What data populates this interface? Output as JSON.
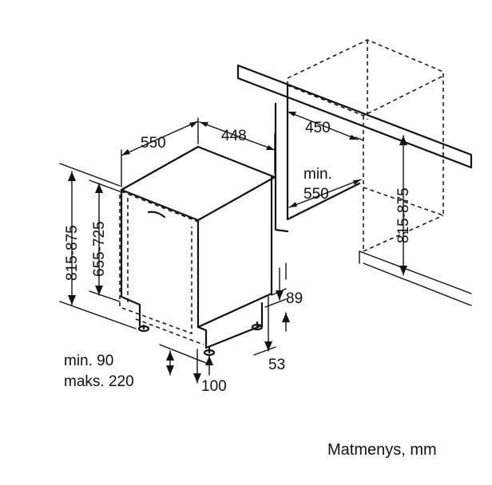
{
  "dimensions": {
    "depth_550": "550",
    "width_448": "448",
    "height_total": "815-875",
    "height_body": "655-725",
    "niche_depth": "450",
    "niche_min_label": "min.",
    "niche_min_value": "550",
    "niche_height": "815-875",
    "plinth_89": "89",
    "plinth_53": "53",
    "plinth_min": "min. 90",
    "plinth_max": "maks. 220",
    "plinth_100": "100"
  },
  "caption": "Matmenys, mm"
}
